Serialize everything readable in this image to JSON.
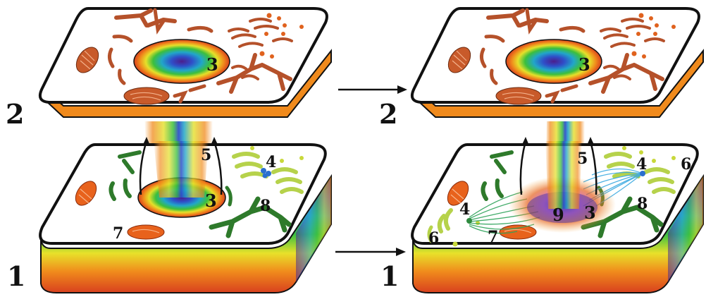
{
  "panels": [
    {
      "id": "left",
      "labels": {
        "top_cell": "2",
        "bottom_cell": "1",
        "nucleus_top": "3",
        "nucleus_bottom": "3",
        "n4": "4",
        "n5": "5",
        "n7": "7",
        "n8": "8"
      }
    },
    {
      "id": "right",
      "labels": {
        "top_cell": "2",
        "bottom_cell": "1",
        "nucleus_top": "3",
        "nucleus_bottom": "3",
        "n4a": "4",
        "n4b": "4",
        "n5": "5",
        "n6a": "6",
        "n6b": "6",
        "n7": "7",
        "n8": "8",
        "n9": "9"
      }
    }
  ],
  "colors": {
    "organelle_top": "#b5512a",
    "organelle_top_dot": "#e0621e",
    "er_green": "#2e7a2b",
    "golgi_yellowgreen": "#b6d24b",
    "mito_orange": "#e8621c",
    "fiber_blue": "#3aa9e0",
    "fiber_green": "#2ea35a",
    "cell_rim": "#f08a1c"
  }
}
